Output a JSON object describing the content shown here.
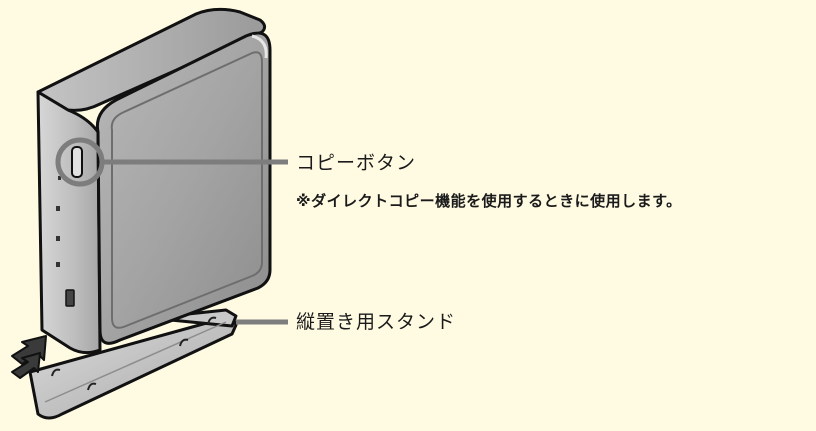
{
  "colors": {
    "background": "#fffbe3",
    "callout_line": "#7d7d7d",
    "device_body": "#a9a9a9",
    "arrow": "#3a3a3a"
  },
  "labels": {
    "copy_button": "コピーボタン",
    "copy_note": "※ダイレクトコピー機能を使用するときに使用します。",
    "vertical_stand": "縦置き用スタンド"
  }
}
